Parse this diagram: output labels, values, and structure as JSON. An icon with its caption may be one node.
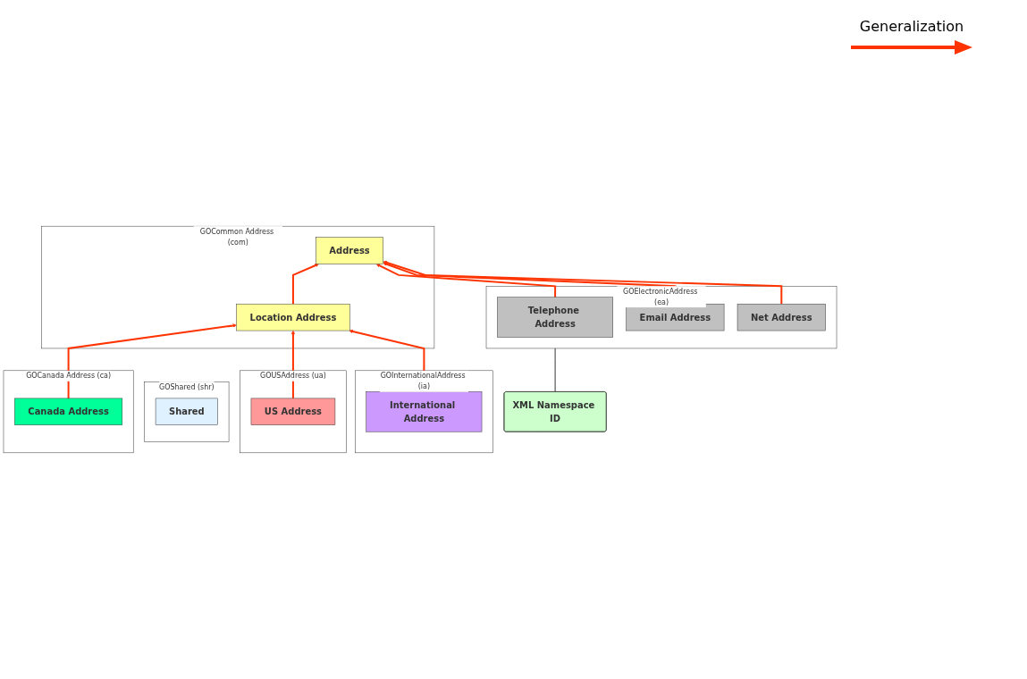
{
  "diagram": {
    "nodes": [
      {
        "text": [
          "GOCommon Address (com)"
        ]
      },
      {
        "text": [
          "Address"
        ],
        "in": 0
      },
      {
        "text": [
          "Location Address"
        ],
        "in": 0
      },
      {
        "text": [
          "GOShared (shr)"
        ]
      },
      {
        "text": [
          "Shared"
        ],
        "in": 3
      },
      {
        "text": [
          "GOElectronicAddress (ea)"
        ]
      },
      {
        "text": [
          "Telephone Address"
        ],
        "in": 5
      },
      {
        "text": [
          "Email Address"
        ],
        "in": 5
      },
      {
        "text": [
          "Net Address"
        ],
        "in": 5
      },
      {
        "text": [
          "GOCanada Address (ca)"
        ]
      },
      {
        "text": [
          "Canada Address"
        ],
        "in": 9
      },
      {
        "text": [
          "GOUSAddress (ua)"
        ]
      },
      {
        "text": [
          "US Address"
        ],
        "in": 11
      },
      {
        "text": [
          "GOInternationalAddress (ia)"
        ]
      },
      {
        "text": [
          "International Address"
        ],
        "in": 13
      },
      {
        "text": [
          "XML Namespace ID"
        ]
      }
    ],
    "edges": [
      {
        "from": 2,
        "to": 1,
        "arrow": "to"
      },
      {
        "from": 6,
        "to": 1,
        "arrow": "to"
      },
      {
        "from": 7,
        "to": 1,
        "arrow": "to"
      },
      {
        "from": 8,
        "to": 1,
        "arrow": "to"
      },
      {
        "from": 10,
        "to": 2,
        "arrow": "to"
      },
      {
        "from": 12,
        "to": 2,
        "arrow": "to"
      },
      {
        "from": 14,
        "to": 2,
        "arrow": "to"
      },
      {
        "from": 15,
        "to": 5,
        "arrow": "none",
        "color": "#333333"
      }
    ],
    "legend": [
      {
        "text": "Generalization"
      }
    ]
  }
}
